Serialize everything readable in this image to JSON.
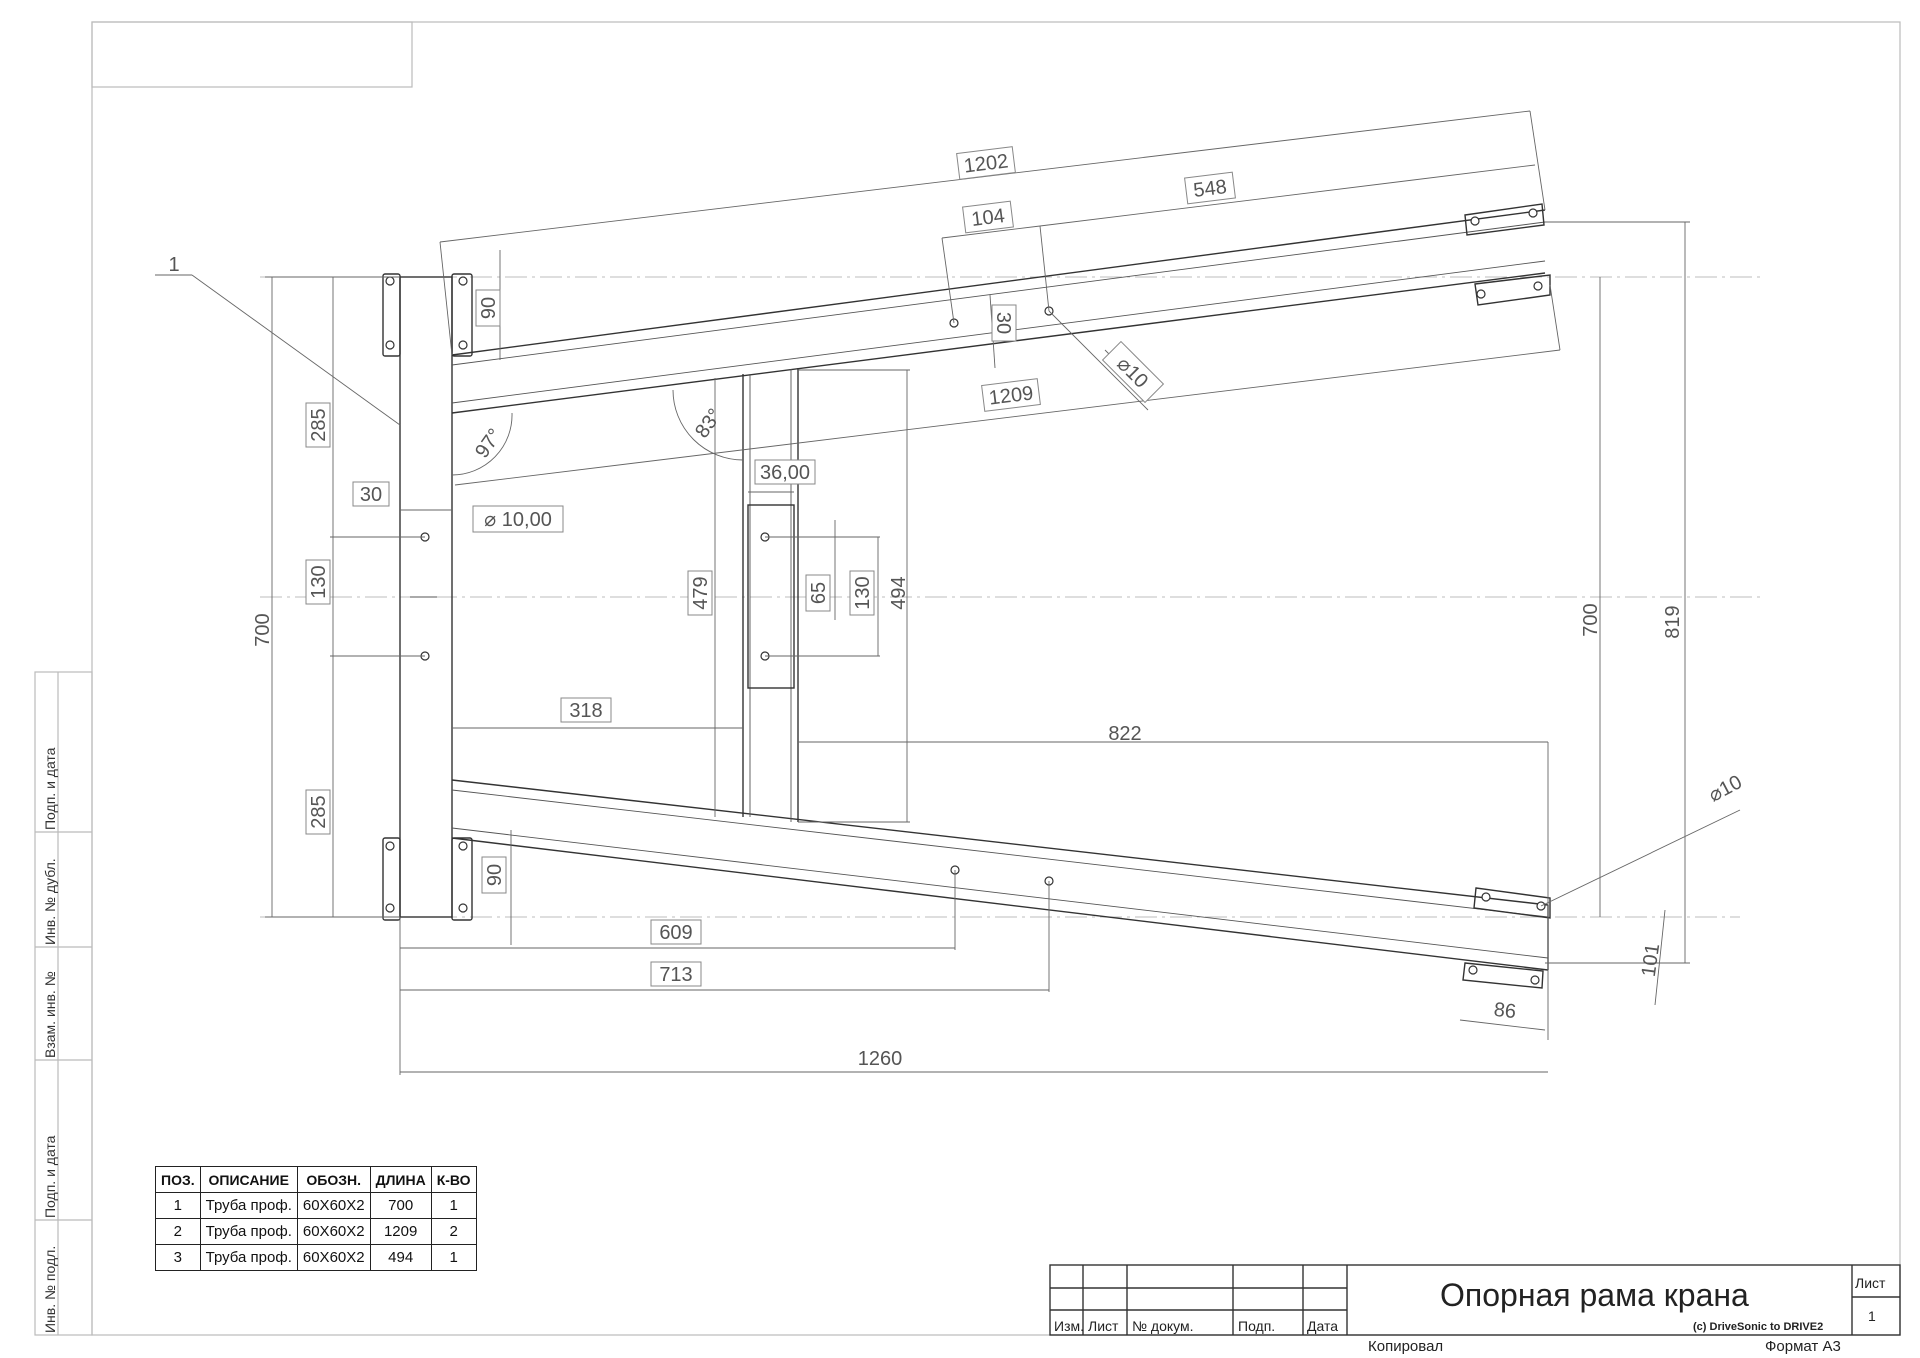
{
  "title_block": {
    "title": "Опорная рама крана",
    "copyright": "(c) DriveSonic to DRIVE2",
    "sheet_label": "Лист",
    "sheet_number": "1",
    "col_change": "Изм.",
    "col_sheet": "Лист",
    "col_doc": "№ докум.",
    "col_sign": "Подп.",
    "col_date": "Дата",
    "copied": "Копировал",
    "format": "Формат А3"
  },
  "side_stamp": {
    "sign_date_1": "Подп. и дата",
    "dup_inv": "Инв. № дубл.",
    "replace_inv": "Взам. инв. №",
    "sign_date_2": "Подп. и дата",
    "orig_inv": "Инв. № подл."
  },
  "parts_table": {
    "headers": [
      "ПОЗ.",
      "ОПИСАНИЕ",
      "ОБОЗН.",
      "ДЛИНА",
      "К-ВО"
    ],
    "rows": [
      [
        "1",
        "Труба проф.",
        "60X60X2",
        "700",
        "1"
      ],
      [
        "2",
        "Труба проф.",
        "60X60X2",
        "1209",
        "2"
      ],
      [
        "3",
        "Труба проф.",
        "60X60X2",
        "494",
        "1"
      ]
    ]
  },
  "dimensions": {
    "d1202": "1202",
    "d548": "548",
    "d104": "104",
    "d90_top": "90",
    "d30_top": "30",
    "dia10_top": "⌀10",
    "d1209": "1209",
    "d83deg": "83°",
    "d97deg": "97°",
    "d285_top": "285",
    "d30_left": "30",
    "dia10_00": "⌀ 10,00",
    "d36_00": "36,00",
    "d700_left": "700",
    "d130_left": "130",
    "d479": "479",
    "d65": "65",
    "d130_mid": "130",
    "d494": "494",
    "d700_right": "700",
    "d819": "819",
    "d318": "318",
    "d822": "822",
    "dia10_bottom": "⌀10",
    "d285_bottom": "285",
    "d90_bottom": "90",
    "d609": "609",
    "d713": "713",
    "d101": "101",
    "d86": "86",
    "d1260": "1260",
    "pos1": "1"
  }
}
